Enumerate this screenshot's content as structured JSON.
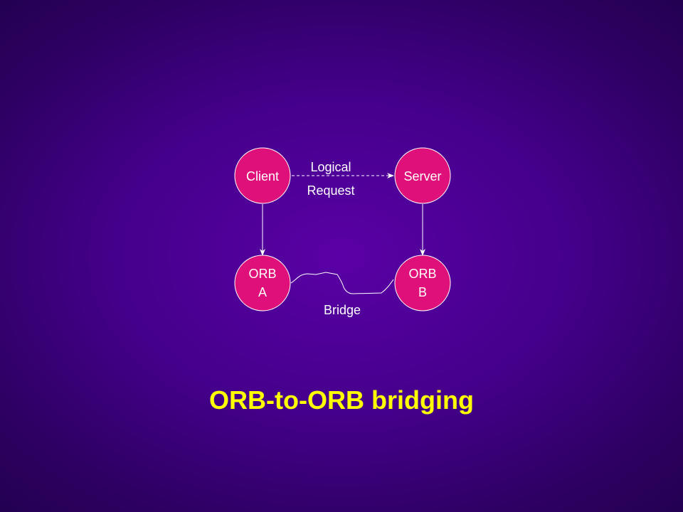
{
  "diagram": {
    "nodes": {
      "client": "Client",
      "server": "Server",
      "orb_a": [
        "ORB",
        "A"
      ],
      "orb_b": [
        "ORB",
        "B"
      ]
    },
    "edges": {
      "logical_request": [
        "Logical",
        "Request"
      ],
      "bridge": "Bridge"
    }
  },
  "caption": "ORB-to-ORB bridging",
  "colors": {
    "node_fill": "#e0107a",
    "caption": "#ffff00",
    "background": "#44008a"
  }
}
